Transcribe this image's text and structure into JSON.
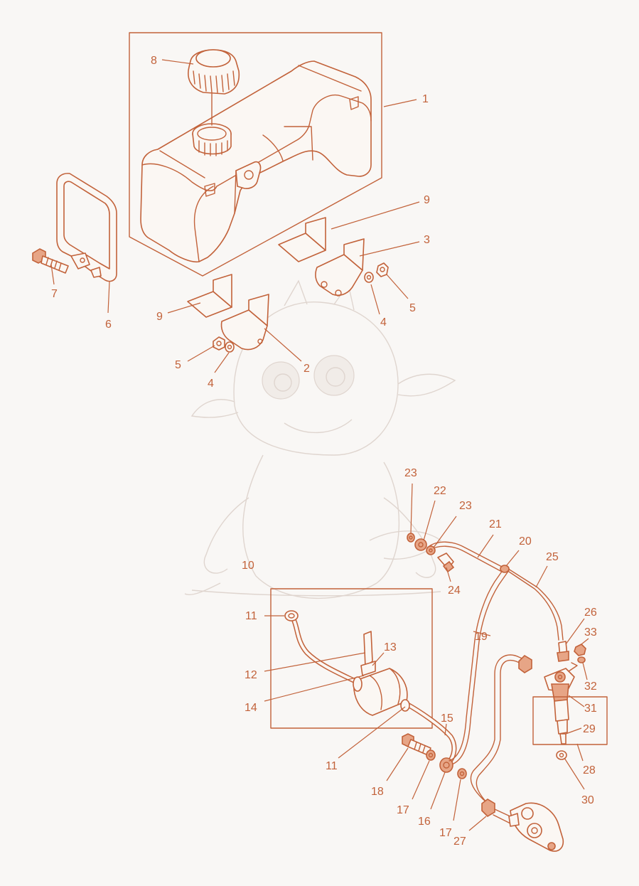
{
  "diagram": {
    "callouts": [
      {
        "id": "c1",
        "label": "1"
      },
      {
        "id": "c2",
        "label": "2"
      },
      {
        "id": "c3",
        "label": "3"
      },
      {
        "id": "c4a",
        "label": "4"
      },
      {
        "id": "c4b",
        "label": "4"
      },
      {
        "id": "c5a",
        "label": "5"
      },
      {
        "id": "c5b",
        "label": "5"
      },
      {
        "id": "c6",
        "label": "6"
      },
      {
        "id": "c7",
        "label": "7"
      },
      {
        "id": "c8",
        "label": "8"
      },
      {
        "id": "c9a",
        "label": "9"
      },
      {
        "id": "c9b",
        "label": "9"
      },
      {
        "id": "c10",
        "label": "10"
      },
      {
        "id": "c11a",
        "label": "11"
      },
      {
        "id": "c11b",
        "label": "11"
      },
      {
        "id": "c12",
        "label": "12"
      },
      {
        "id": "c13",
        "label": "13"
      },
      {
        "id": "c14",
        "label": "14"
      },
      {
        "id": "c15",
        "label": "15"
      },
      {
        "id": "c16",
        "label": "16"
      },
      {
        "id": "c17a",
        "label": "17"
      },
      {
        "id": "c17b",
        "label": "17"
      },
      {
        "id": "c18",
        "label": "18"
      },
      {
        "id": "c19",
        "label": "19"
      },
      {
        "id": "c20",
        "label": "20"
      },
      {
        "id": "c21",
        "label": "21"
      },
      {
        "id": "c22",
        "label": "22"
      },
      {
        "id": "c23a",
        "label": "23"
      },
      {
        "id": "c23b",
        "label": "23"
      },
      {
        "id": "c24",
        "label": "24"
      },
      {
        "id": "c25",
        "label": "25"
      },
      {
        "id": "c26",
        "label": "26"
      },
      {
        "id": "c27",
        "label": "27"
      },
      {
        "id": "c28",
        "label": "28"
      },
      {
        "id": "c29",
        "label": "29"
      },
      {
        "id": "c30",
        "label": "30"
      },
      {
        "id": "c31",
        "label": "31"
      },
      {
        "id": "c32",
        "label": "32"
      },
      {
        "id": "c33",
        "label": "33"
      }
    ],
    "colors": {
      "line": "#c2623a",
      "background": "#f9f7f5",
      "part_fill": "#fbf7f3",
      "watermark": "#ddd2cb"
    },
    "watermark": "dragon-mascot-watermark"
  }
}
